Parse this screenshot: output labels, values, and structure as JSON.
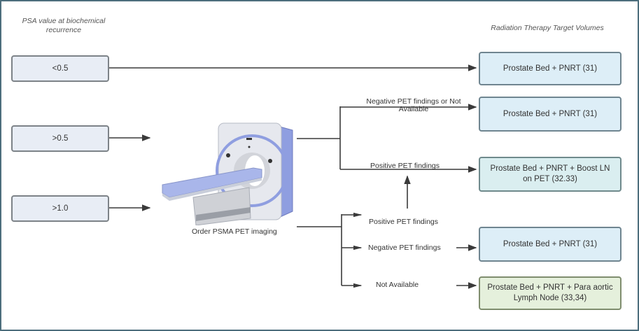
{
  "headers": {
    "left": "PSA value at biochemical recurrence",
    "right": "Radiation Therapy Target Volumes"
  },
  "psa_boxes": [
    {
      "label": "<0.5"
    },
    {
      "label": ">0.5"
    },
    {
      "label": ">1.0"
    }
  ],
  "scanner": {
    "icon": "pet-ct-scanner-icon",
    "caption": "Order PSMA PET imaging",
    "colors": {
      "gantry": "#e6e8ee",
      "accent": "#8f9ee0",
      "table": "#a9b6ea"
    }
  },
  "branch_labels": {
    "upper_negative": "Negative PET findings or Not Available",
    "upper_positive": "Positive PET findings",
    "lower_positive": "Positive PET findings",
    "lower_negative": "Negative  PET findings",
    "lower_na": "Not Available"
  },
  "targets": [
    {
      "label": "Prostate Bed + PNRT (31)",
      "color": "#ddeef7"
    },
    {
      "label": "Prostate Bed + PNRT (31)",
      "color": "#ddeef7"
    },
    {
      "label": "Prostate Bed + PNRT + Boost LN on PET (32.33)",
      "color": "#daeef0"
    },
    {
      "label": "Prostate Bed + PNRT (31)",
      "color": "#ddeef7"
    },
    {
      "label": "Prostate Bed + PNRT  + Para aortic Lymph Node (33,34)",
      "color": "#e5f0dc"
    }
  ],
  "colors": {
    "frame": "#4d6e7c",
    "line": "#3a3a3a"
  }
}
